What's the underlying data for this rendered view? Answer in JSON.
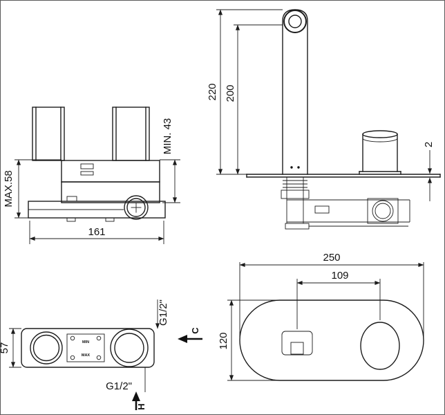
{
  "drawing": {
    "front_view": {
      "dim_max_depth": "MAX.58",
      "dim_min_depth": "MIN. 43",
      "dim_width": "161"
    },
    "side_view": {
      "dim_total_height": "220",
      "dim_spout_height": "200",
      "dim_plate_thickness": "2"
    },
    "top_view": {
      "dim_depth": "57",
      "thread_top": "G1/2\"",
      "cold_label": "C",
      "thread_bottom": "G1/2\"",
      "hot_label": "H",
      "marking_min": "MIN",
      "marking_max": "MAX"
    },
    "plate_view": {
      "dim_width": "250",
      "dim_spacing": "109",
      "dim_height": "120"
    }
  }
}
